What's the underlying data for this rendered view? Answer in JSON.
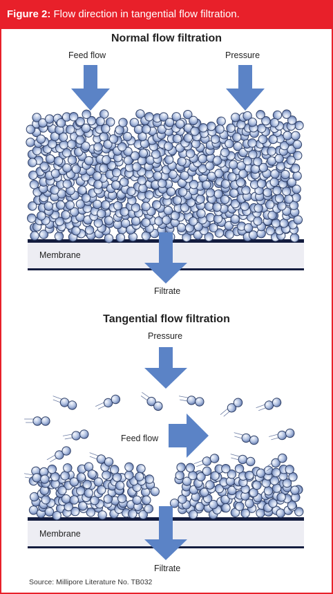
{
  "header": {
    "figure_label": "Figure 2:",
    "caption": "Flow direction in tangential flow filtration."
  },
  "normal": {
    "title": "Normal flow filtration",
    "feed_label": "Feed flow",
    "pressure_label": "Pressure",
    "membrane_label": "Membrane",
    "filtrate_label": "Filtrate"
  },
  "tangential": {
    "title": "Tangential flow filtration",
    "pressure_label": "Pressure",
    "feed_label": "Feed flow",
    "membrane_label": "Membrane",
    "filtrate_label": "Filtrate"
  },
  "source": "Source: Millipore Literature No. TB032",
  "colors": {
    "brand": "#e8202a",
    "arrow": "#5b83c6",
    "membrane_fill": "#ededf3",
    "membrane_line": "#131c3e",
    "particle": "#8fa4cf",
    "particle_stroke": "#2e3f66"
  }
}
